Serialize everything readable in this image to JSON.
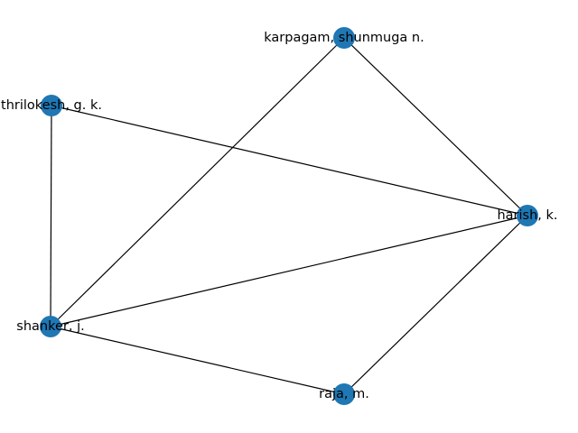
{
  "graph": {
    "node_color": "#1f77b4",
    "edge_color": "#000000",
    "nodes": [
      {
        "id": "karpagam",
        "label": "karpagam, shunmuga n."
      },
      {
        "id": "thrilokesh",
        "label": "thrilokesh, g. k."
      },
      {
        "id": "harish",
        "label": "harish, k."
      },
      {
        "id": "shanker",
        "label": "shanker, j."
      },
      {
        "id": "raja",
        "label": "raja, m."
      }
    ],
    "edges": [
      {
        "source": "karpagam",
        "target": "harish"
      },
      {
        "source": "karpagam",
        "target": "shanker"
      },
      {
        "source": "thrilokesh",
        "target": "harish"
      },
      {
        "source": "thrilokesh",
        "target": "shanker"
      },
      {
        "source": "harish",
        "target": "shanker"
      },
      {
        "source": "harish",
        "target": "raja"
      },
      {
        "source": "shanker",
        "target": "raja"
      }
    ]
  }
}
